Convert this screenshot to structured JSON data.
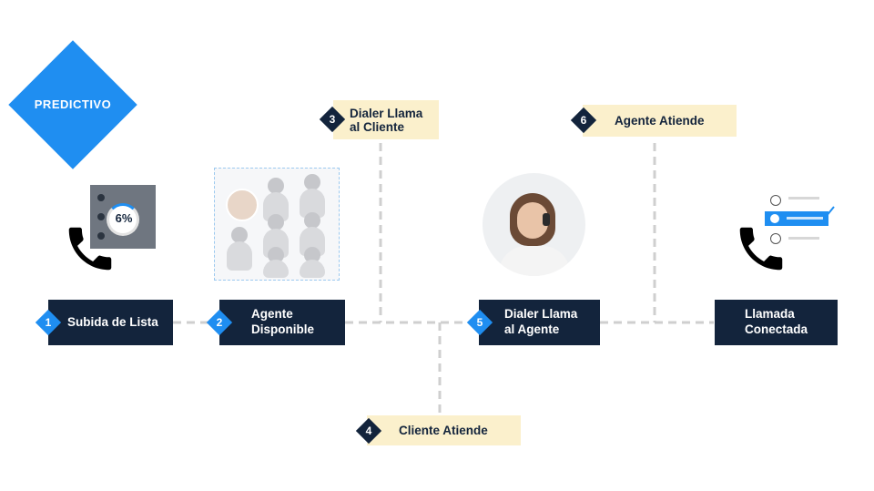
{
  "title": "PREDICTIVO",
  "stats_badge": "6%",
  "steps": [
    {
      "number": "1",
      "label": "Subida de Lista"
    },
    {
      "number": "2",
      "label_line1": "Agente",
      "label_line2": "Disponible"
    },
    {
      "number": "3",
      "label_line1": "Dialer Llama",
      "label_line2": "al Cliente"
    },
    {
      "number": "4",
      "label": "Cliente Atiende"
    },
    {
      "number": "5",
      "label_line1": "Dialer Llama",
      "label_line2": "al Agente"
    },
    {
      "number": "6",
      "label": "Agente Atiende"
    },
    {
      "label_line1": "Llamada",
      "label_line2": "Conectada"
    }
  ],
  "colors": {
    "blue": "#1f8ef1",
    "navy": "#13243c",
    "cream": "#fbf0cc",
    "line": "#cfcfcf"
  },
  "icons": [
    "phone-icon",
    "phone-icon",
    "check-icon"
  ]
}
